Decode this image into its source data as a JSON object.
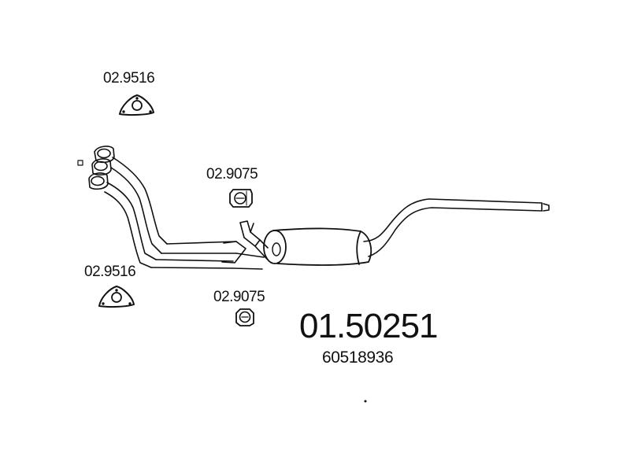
{
  "labels": {
    "flange_top": "02.9516",
    "mount_top": "02.9075",
    "flange_bottom": "02.9516",
    "mount_bottom": "02.9075",
    "part_number": "01.50251",
    "oem_number": "60518936"
  },
  "colors": {
    "line": "#111111",
    "background": "#ffffff"
  },
  "icons": [
    "flange-gasket-icon",
    "rubber-mount-icon"
  ]
}
